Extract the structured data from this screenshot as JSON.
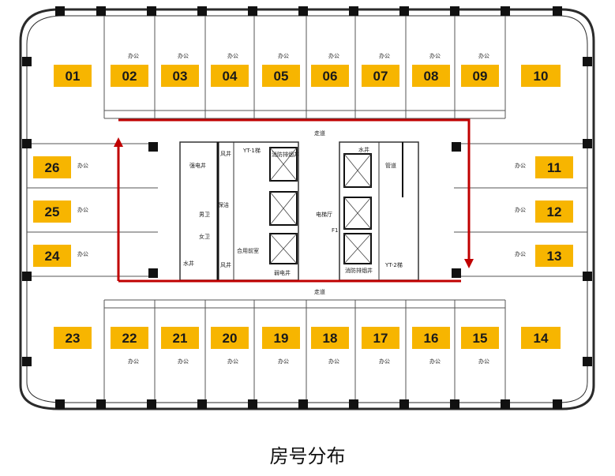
{
  "caption": "房号分布",
  "labels": {
    "office": "办公",
    "corridor": "走道",
    "elevator_hall": "电梯厅",
    "strong_electric": "强电井",
    "weak_electric": "弱电井",
    "water_well": "水井",
    "air_well": "风井",
    "fire_shaft": "消防排烟井",
    "machine_room": "合用前室",
    "storage": "管道",
    "toilet_m": "男卫",
    "toilet_f": "女卫",
    "cleaning": "保洁",
    "elev_id_left": "YT-1梯",
    "elev_id_right": "YT-2梯",
    "floor_mark": "F1"
  },
  "rooms_top": [
    "01",
    "02",
    "03",
    "04",
    "05",
    "06",
    "07",
    "08",
    "09",
    "10"
  ],
  "rooms_right": [
    "11",
    "12",
    "13"
  ],
  "rooms_bottom": [
    "14",
    "15",
    "16",
    "17",
    "18",
    "19",
    "20",
    "21",
    "22",
    "23"
  ],
  "rooms_left": [
    "24",
    "25",
    "26"
  ],
  "colors": {
    "tag": "#f7b500",
    "route": "#c00000",
    "wall": "#2b2b2b"
  }
}
